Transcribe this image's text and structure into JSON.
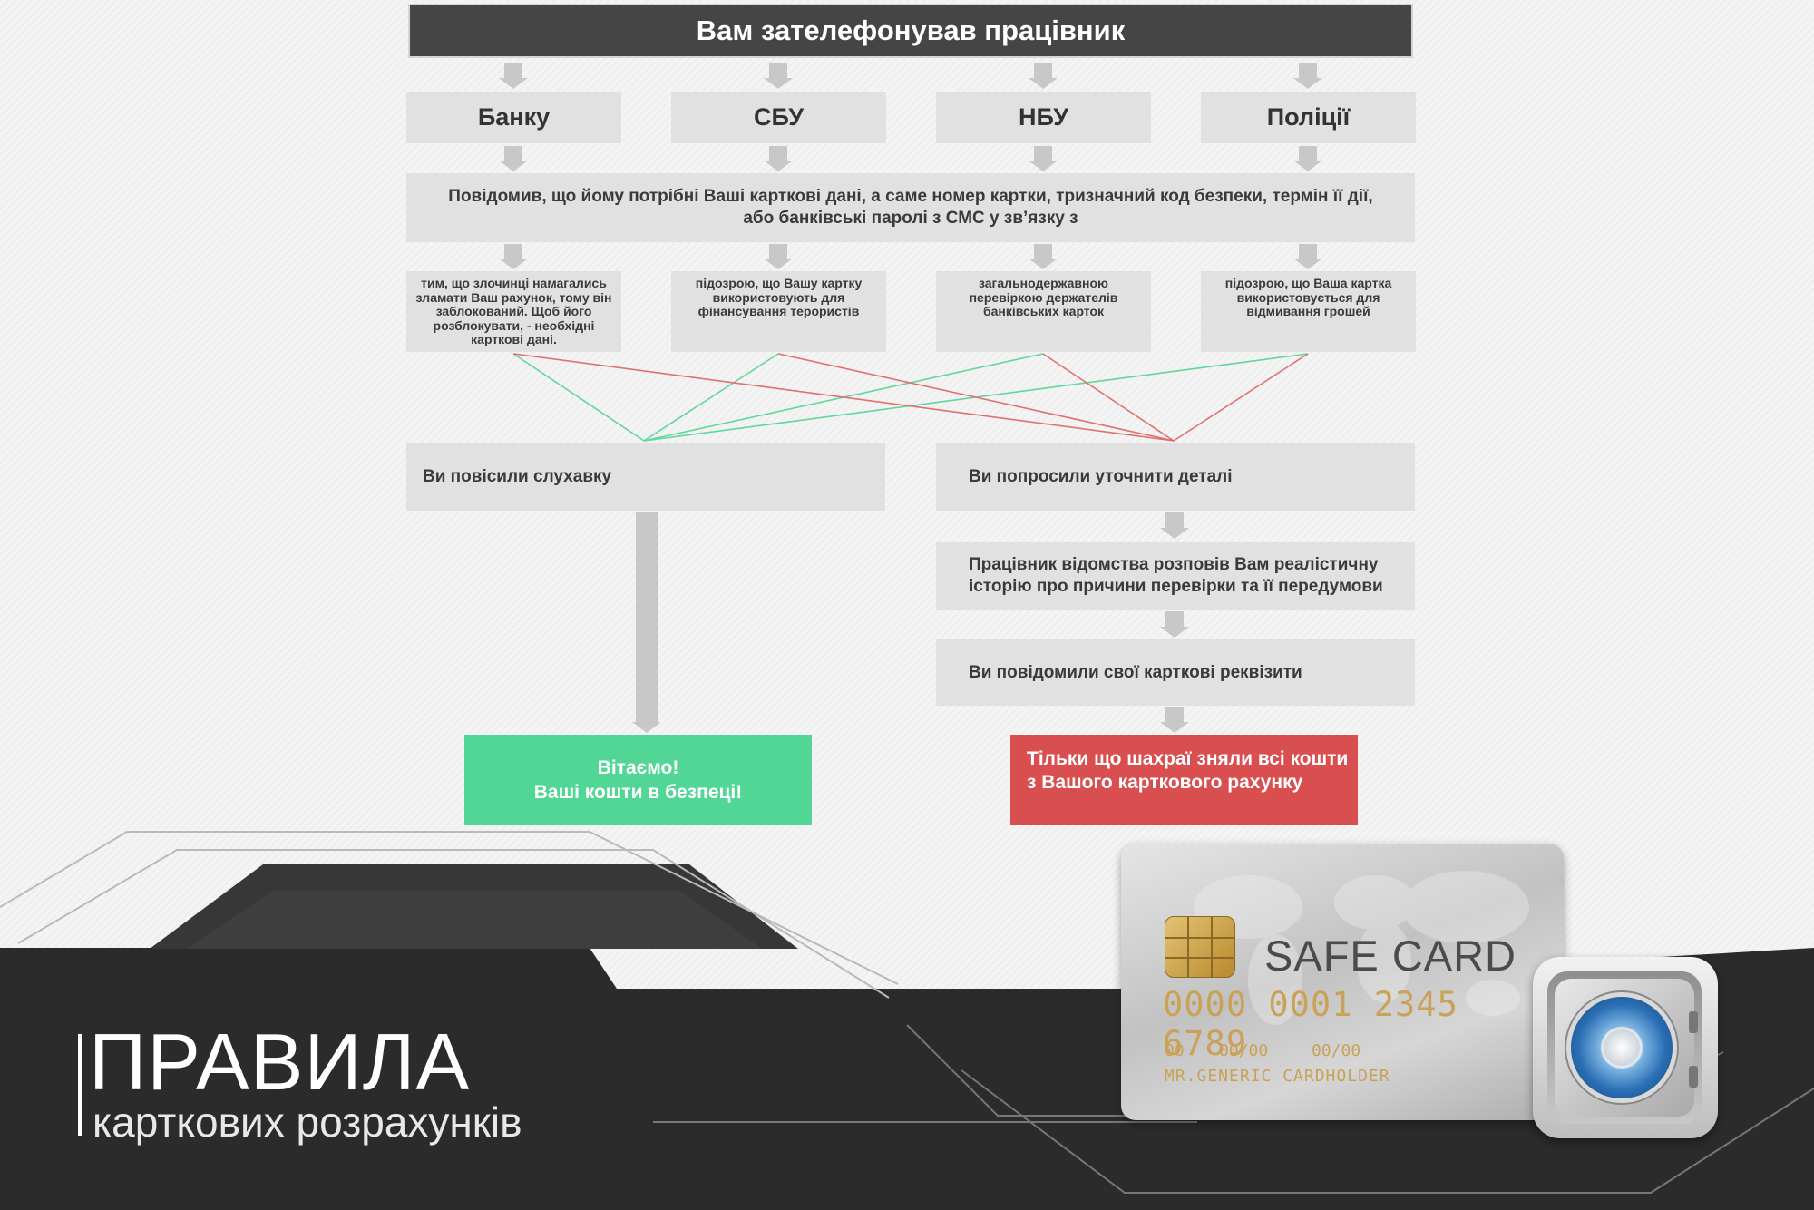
{
  "title": "Вам зателефонував працівник",
  "organizations": [
    "Банку",
    "СБУ",
    "НБУ",
    "Поліції"
  ],
  "request_description": "Повідомив, що йому потрібні Ваші карткові дані, а саме номер картки, тризначний код безпеки, термін її дії, або банківські паролі з СМС у зв’язку з",
  "reasons": [
    "тим, що злочинці намагались зламати Ваш рахунок, тому він заблокований. Щоб його розблокувати, - необхідні карткові дані.",
    "підозрою, що Вашу картку використовують для фінансування терористів",
    "загальнодержавною перевіркою держателів банківських карток",
    "підозрою, що Ваша картка використовується для відмивання грошей"
  ],
  "outcomes": {
    "hung_up": "Ви повісили слухавку",
    "asked_details": "Ви попросили уточнити деталі",
    "story": "Працівник відомства розповів Вам реалістичну історію про причини перевірки та її передумови",
    "gave_details": "Ви повідомили свої карткові реквізити"
  },
  "results": {
    "safe_line1": "Вітаємо!",
    "safe_line2": "Ваші кошти в безпеці!",
    "loss": "Тільки що шахраї зняли всі кошти з Вашого карткового рахунку"
  },
  "footer": {
    "heading": "ПРАВИЛА",
    "subheading": "карткових розрахунків"
  },
  "card": {
    "brand": "SAFE CARD",
    "number": "0000 0001 2345 6789",
    "field1": "00",
    "field2": "00/00",
    "field3": "00/00",
    "holder": "MR.GENERIC CARDHOLDER"
  },
  "colors": {
    "title_bar": "#454545",
    "box": "#e2e1e1",
    "safe": "#52d695",
    "danger": "#d94e4f",
    "line_green": "#5fd79b",
    "line_red": "#e07070",
    "footer_dark": "#2b2b2b",
    "card_gold": "#c9a258"
  }
}
